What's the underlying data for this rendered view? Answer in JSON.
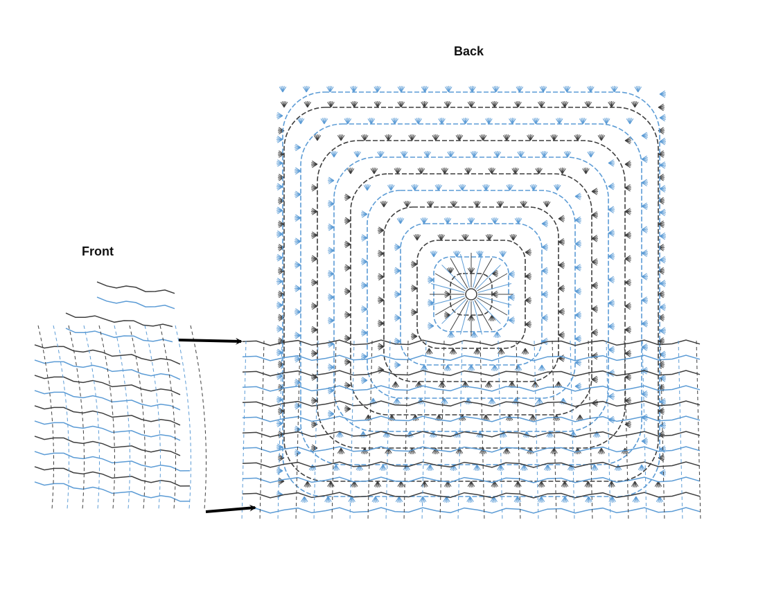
{
  "labels": {
    "back": "Back",
    "front": "Front"
  },
  "colors": {
    "row_dark": "#3d3d3d",
    "row_blue": "#5b9bd5",
    "arrow": "#000000",
    "background": "#ffffff"
  },
  "pieces": {
    "back": {
      "shape": "square motif with lower skirt",
      "rows_alternate": [
        "row_dark",
        "row_blue"
      ]
    },
    "front": {
      "shape": "stepped panel with rounded lower edge",
      "rows_alternate": [
        "row_dark",
        "row_blue"
      ]
    }
  },
  "arrows": [
    {
      "from": "front-top-edge",
      "to": "back-skirt-top-edge"
    },
    {
      "from": "front-bottom-edge",
      "to": "back-skirt-bottom-edge"
    }
  ]
}
